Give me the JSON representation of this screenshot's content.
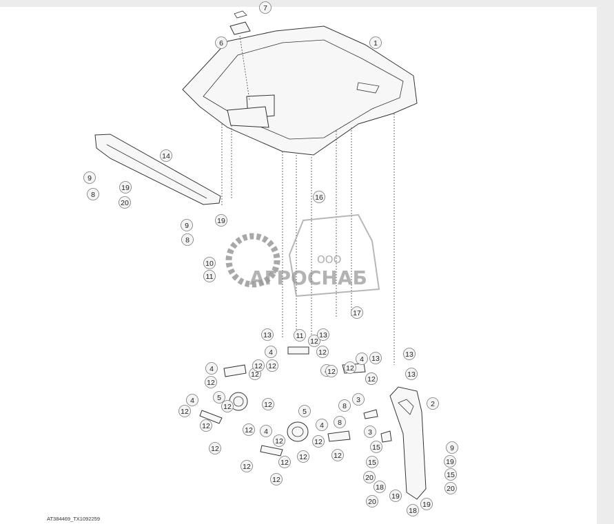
{
  "diagram": {
    "footer_code": "AT384469_TX1092259",
    "callouts": [
      {
        "label": "1"
      },
      {
        "label": "2"
      },
      {
        "label": "3"
      },
      {
        "label": "3"
      },
      {
        "label": "4"
      },
      {
        "label": "4"
      },
      {
        "label": "4"
      },
      {
        "label": "4"
      },
      {
        "label": "4"
      },
      {
        "label": "4"
      },
      {
        "label": "4"
      },
      {
        "label": "5"
      },
      {
        "label": "5"
      },
      {
        "label": "6"
      },
      {
        "label": "7"
      },
      {
        "label": "8"
      },
      {
        "label": "8"
      },
      {
        "label": "8"
      },
      {
        "label": "8"
      },
      {
        "label": "9"
      },
      {
        "label": "9"
      },
      {
        "label": "9"
      },
      {
        "label": "10"
      },
      {
        "label": "11"
      },
      {
        "label": "11"
      },
      {
        "label": "12"
      },
      {
        "label": "12"
      },
      {
        "label": "12"
      },
      {
        "label": "12"
      },
      {
        "label": "12"
      },
      {
        "label": "12"
      },
      {
        "label": "12"
      },
      {
        "label": "12"
      },
      {
        "label": "12"
      },
      {
        "label": "12"
      },
      {
        "label": "12"
      },
      {
        "label": "12"
      },
      {
        "label": "12"
      },
      {
        "label": "12"
      },
      {
        "label": "12"
      },
      {
        "label": "12"
      },
      {
        "label": "12"
      },
      {
        "label": "12"
      },
      {
        "label": "12"
      },
      {
        "label": "12"
      },
      {
        "label": "12"
      },
      {
        "label": "12"
      },
      {
        "label": "12"
      },
      {
        "label": "13"
      },
      {
        "label": "13"
      },
      {
        "label": "13"
      },
      {
        "label": "13"
      },
      {
        "label": "13"
      },
      {
        "label": "14"
      },
      {
        "label": "15"
      },
      {
        "label": "15"
      },
      {
        "label": "15"
      },
      {
        "label": "16"
      },
      {
        "label": "17"
      },
      {
        "label": "18"
      },
      {
        "label": "18"
      },
      {
        "label": "19"
      },
      {
        "label": "19"
      },
      {
        "label": "19"
      },
      {
        "label": "19"
      },
      {
        "label": "19"
      },
      {
        "label": "20"
      },
      {
        "label": "20"
      },
      {
        "label": "20"
      },
      {
        "label": "20"
      }
    ]
  },
  "watermark": {
    "line1": "ООО",
    "line2": "АГРОСНАБ",
    "color": "#888888"
  }
}
